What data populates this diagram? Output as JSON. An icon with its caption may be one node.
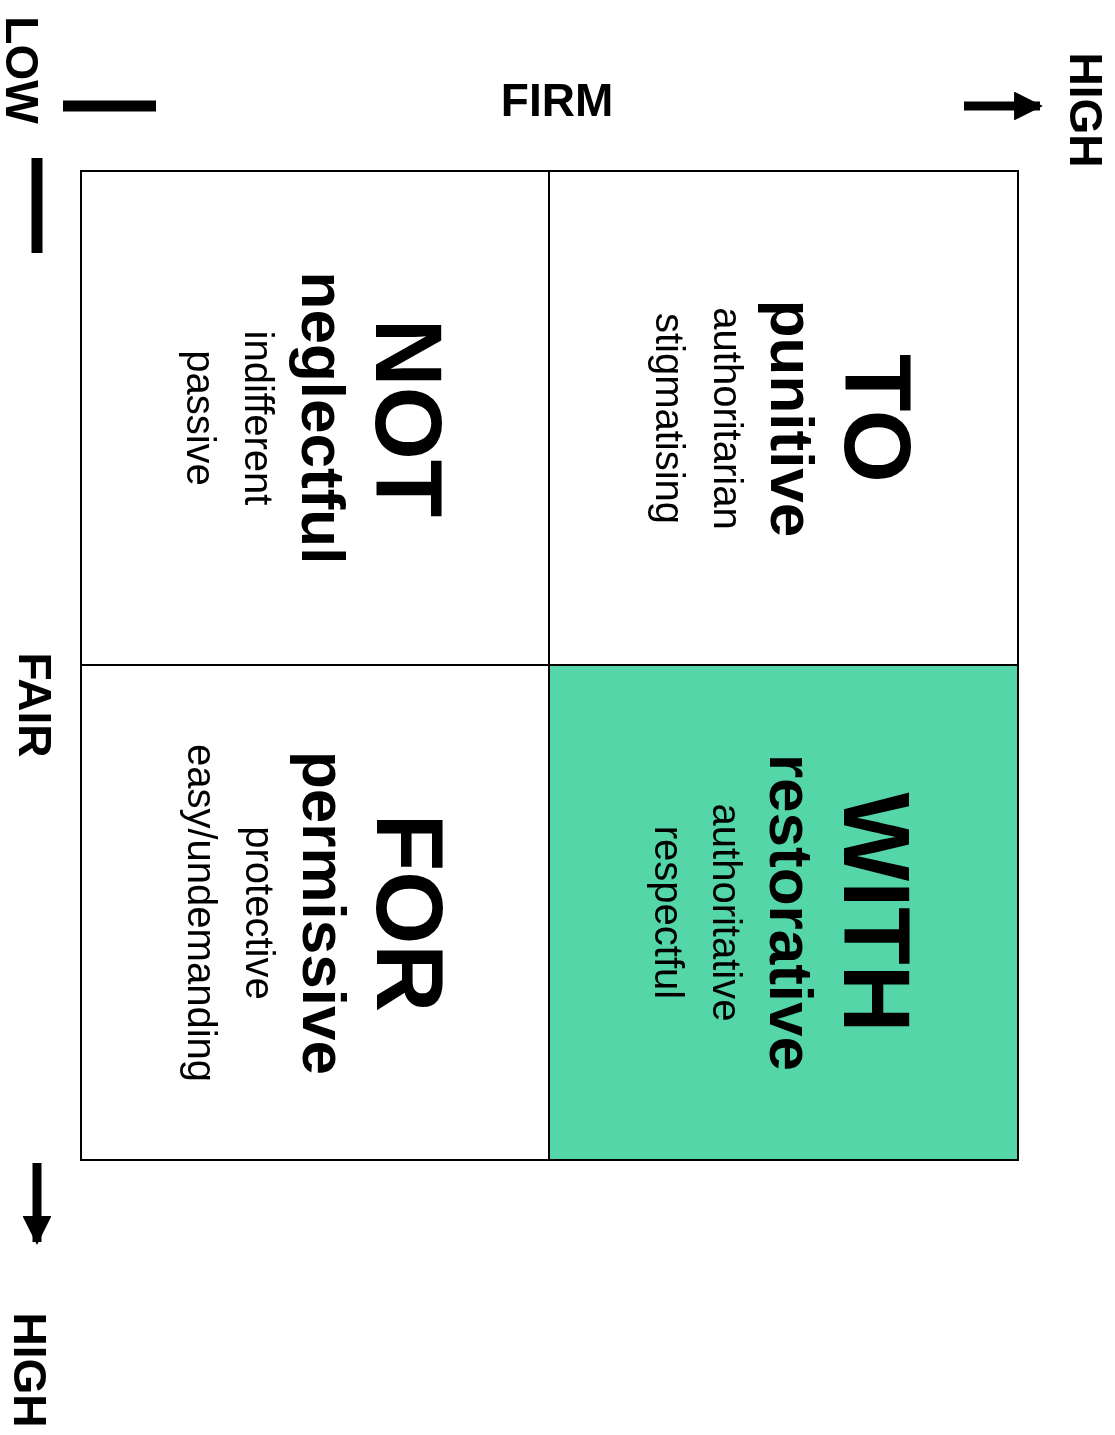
{
  "diagram": {
    "nodes": [
      {
        "text": [
          "NOT",
          "neglectful",
          "indifferent",
          "passive"
        ]
      },
      {
        "text": [
          "TO",
          "punitive",
          "authoritarian",
          "stigmatising"
        ]
      },
      {
        "text": [
          "FOR",
          "permissive",
          "protective",
          "easy/undemanding"
        ]
      },
      {
        "text": [
          "WITH",
          "restorative",
          "authoritative",
          "respectful"
        ]
      }
    ],
    "edges": [],
    "labels": [
      "LOW",
      "FIRM",
      "HIGH",
      "FAIR",
      "HIGH"
    ]
  }
}
